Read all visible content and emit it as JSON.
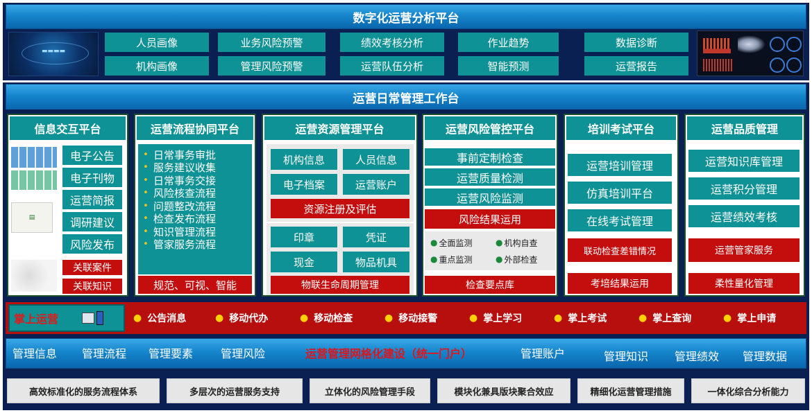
{
  "analysis_platform": {
    "title": "数字化运营分析平台",
    "modules": [
      "人员画像",
      "业务风险预警",
      "绩效考核分析",
      "作业趋势",
      "数据诊断",
      "机构画像",
      "管理风险预警",
      "运营队伍分析",
      "智能预测",
      "运营报告"
    ]
  },
  "workbench": {
    "title": "运营日常管理工作台"
  },
  "panels": {
    "info": {
      "title": "信息交互平台",
      "items": [
        "电子公告",
        "电子刊物",
        "运营简报",
        "调研建议",
        "风险发布",
        "关联案件",
        "关联知识"
      ]
    },
    "process": {
      "title": "运营流程协同平台",
      "items": [
        "日常事务审批",
        "服务建议收集",
        "日常事务交接",
        "风险核查流程",
        "问题整改流程",
        "检查发布流程",
        "知识管理流程",
        "管家服务流程"
      ],
      "footer": "规范、可视、智能"
    },
    "resource": {
      "title": "运营资源管理平台",
      "top_items": [
        "机构信息",
        "人员信息",
        "电子档案",
        "运营账户"
      ],
      "top_red": "资源注册及评估",
      "bottom_items": [
        "印章",
        "凭证",
        "现金",
        "物品机具"
      ],
      "bottom_red": "物联生命周期管理"
    },
    "risk": {
      "title": "运营风险管控平台",
      "items": [
        "事前定制检查",
        "运营质量检测",
        "运营风险监测"
      ],
      "red_item": "风险结果运用",
      "grid": [
        "全面监测",
        "机构自查",
        "重点监测",
        "外部检查"
      ],
      "bottom_red": "检查要点库"
    },
    "training": {
      "title": "培训考试平台",
      "items": [
        "运营培训管理",
        "仿真培训平台",
        "在线考试管理"
      ],
      "red_items": [
        "联动检查差错情况",
        "考培结果运用"
      ]
    },
    "quality": {
      "title": "运营品质管理",
      "items": [
        "运营知识库管理",
        "运营积分管理",
        "运营绩效考核"
      ],
      "red_items": [
        "运营管家服务",
        "柔性量化管理"
      ]
    }
  },
  "mobile": {
    "label": "掌上运营",
    "items": [
      "公告消息",
      "移动代办",
      "移动检查",
      "移动接警",
      "掌上学习",
      "掌上考试",
      "掌上查询",
      "掌上申请"
    ]
  },
  "portal": {
    "left_items": [
      "管理信息",
      "管理流程",
      "管理要素",
      "管理风险"
    ],
    "center": "运营管理网格化建设（统一门户）",
    "right_items": [
      "管理账户",
      "管理知识",
      "管理绩效",
      "管理数据"
    ]
  },
  "capabilities": [
    "高效标准化的服务流程体系",
    "多层次的运营服务支持",
    "立体化的风险管理手段",
    "模块化兼具版块聚合效应",
    "精细化运营管理措施",
    "一体化综合分析能力"
  ],
  "colors": {
    "frame_navy": "#0a1f52",
    "title_blue": "#1585cc",
    "module_teal": "#0f9295",
    "accent_red": "#c40e0e",
    "bullet_yellow": "#f6c416",
    "portal_center_red": "#e0141b"
  }
}
